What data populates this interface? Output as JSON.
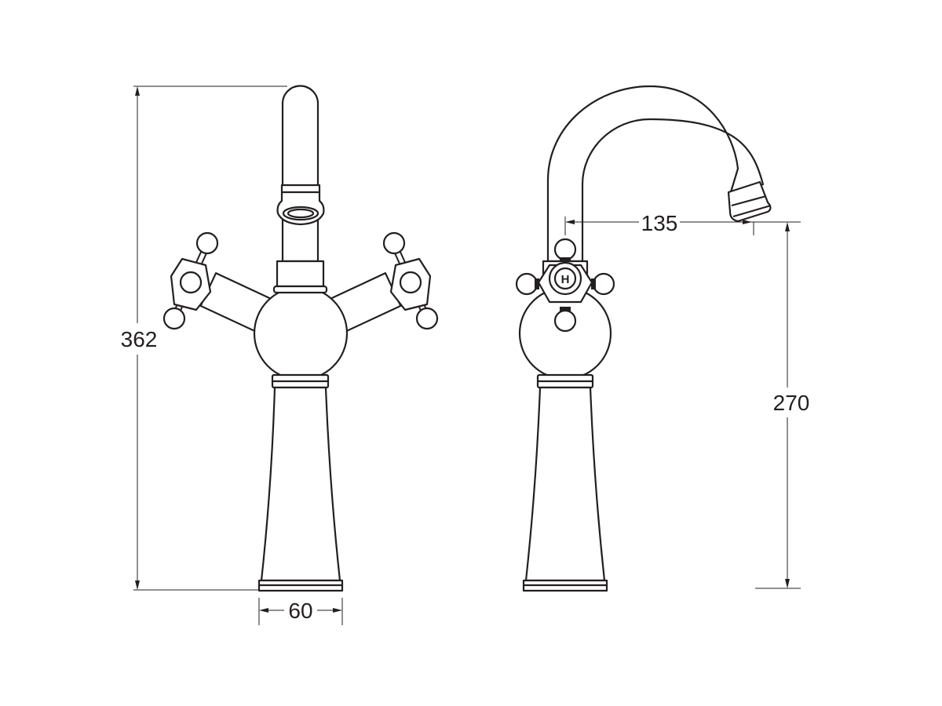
{
  "drawing": {
    "title": "Faucet technical drawing",
    "line_color": "#231f20",
    "dimensions": {
      "total_height": "362",
      "base_width": "60",
      "spout_reach": "135",
      "spout_height": "270"
    },
    "handle_marking": "H"
  }
}
